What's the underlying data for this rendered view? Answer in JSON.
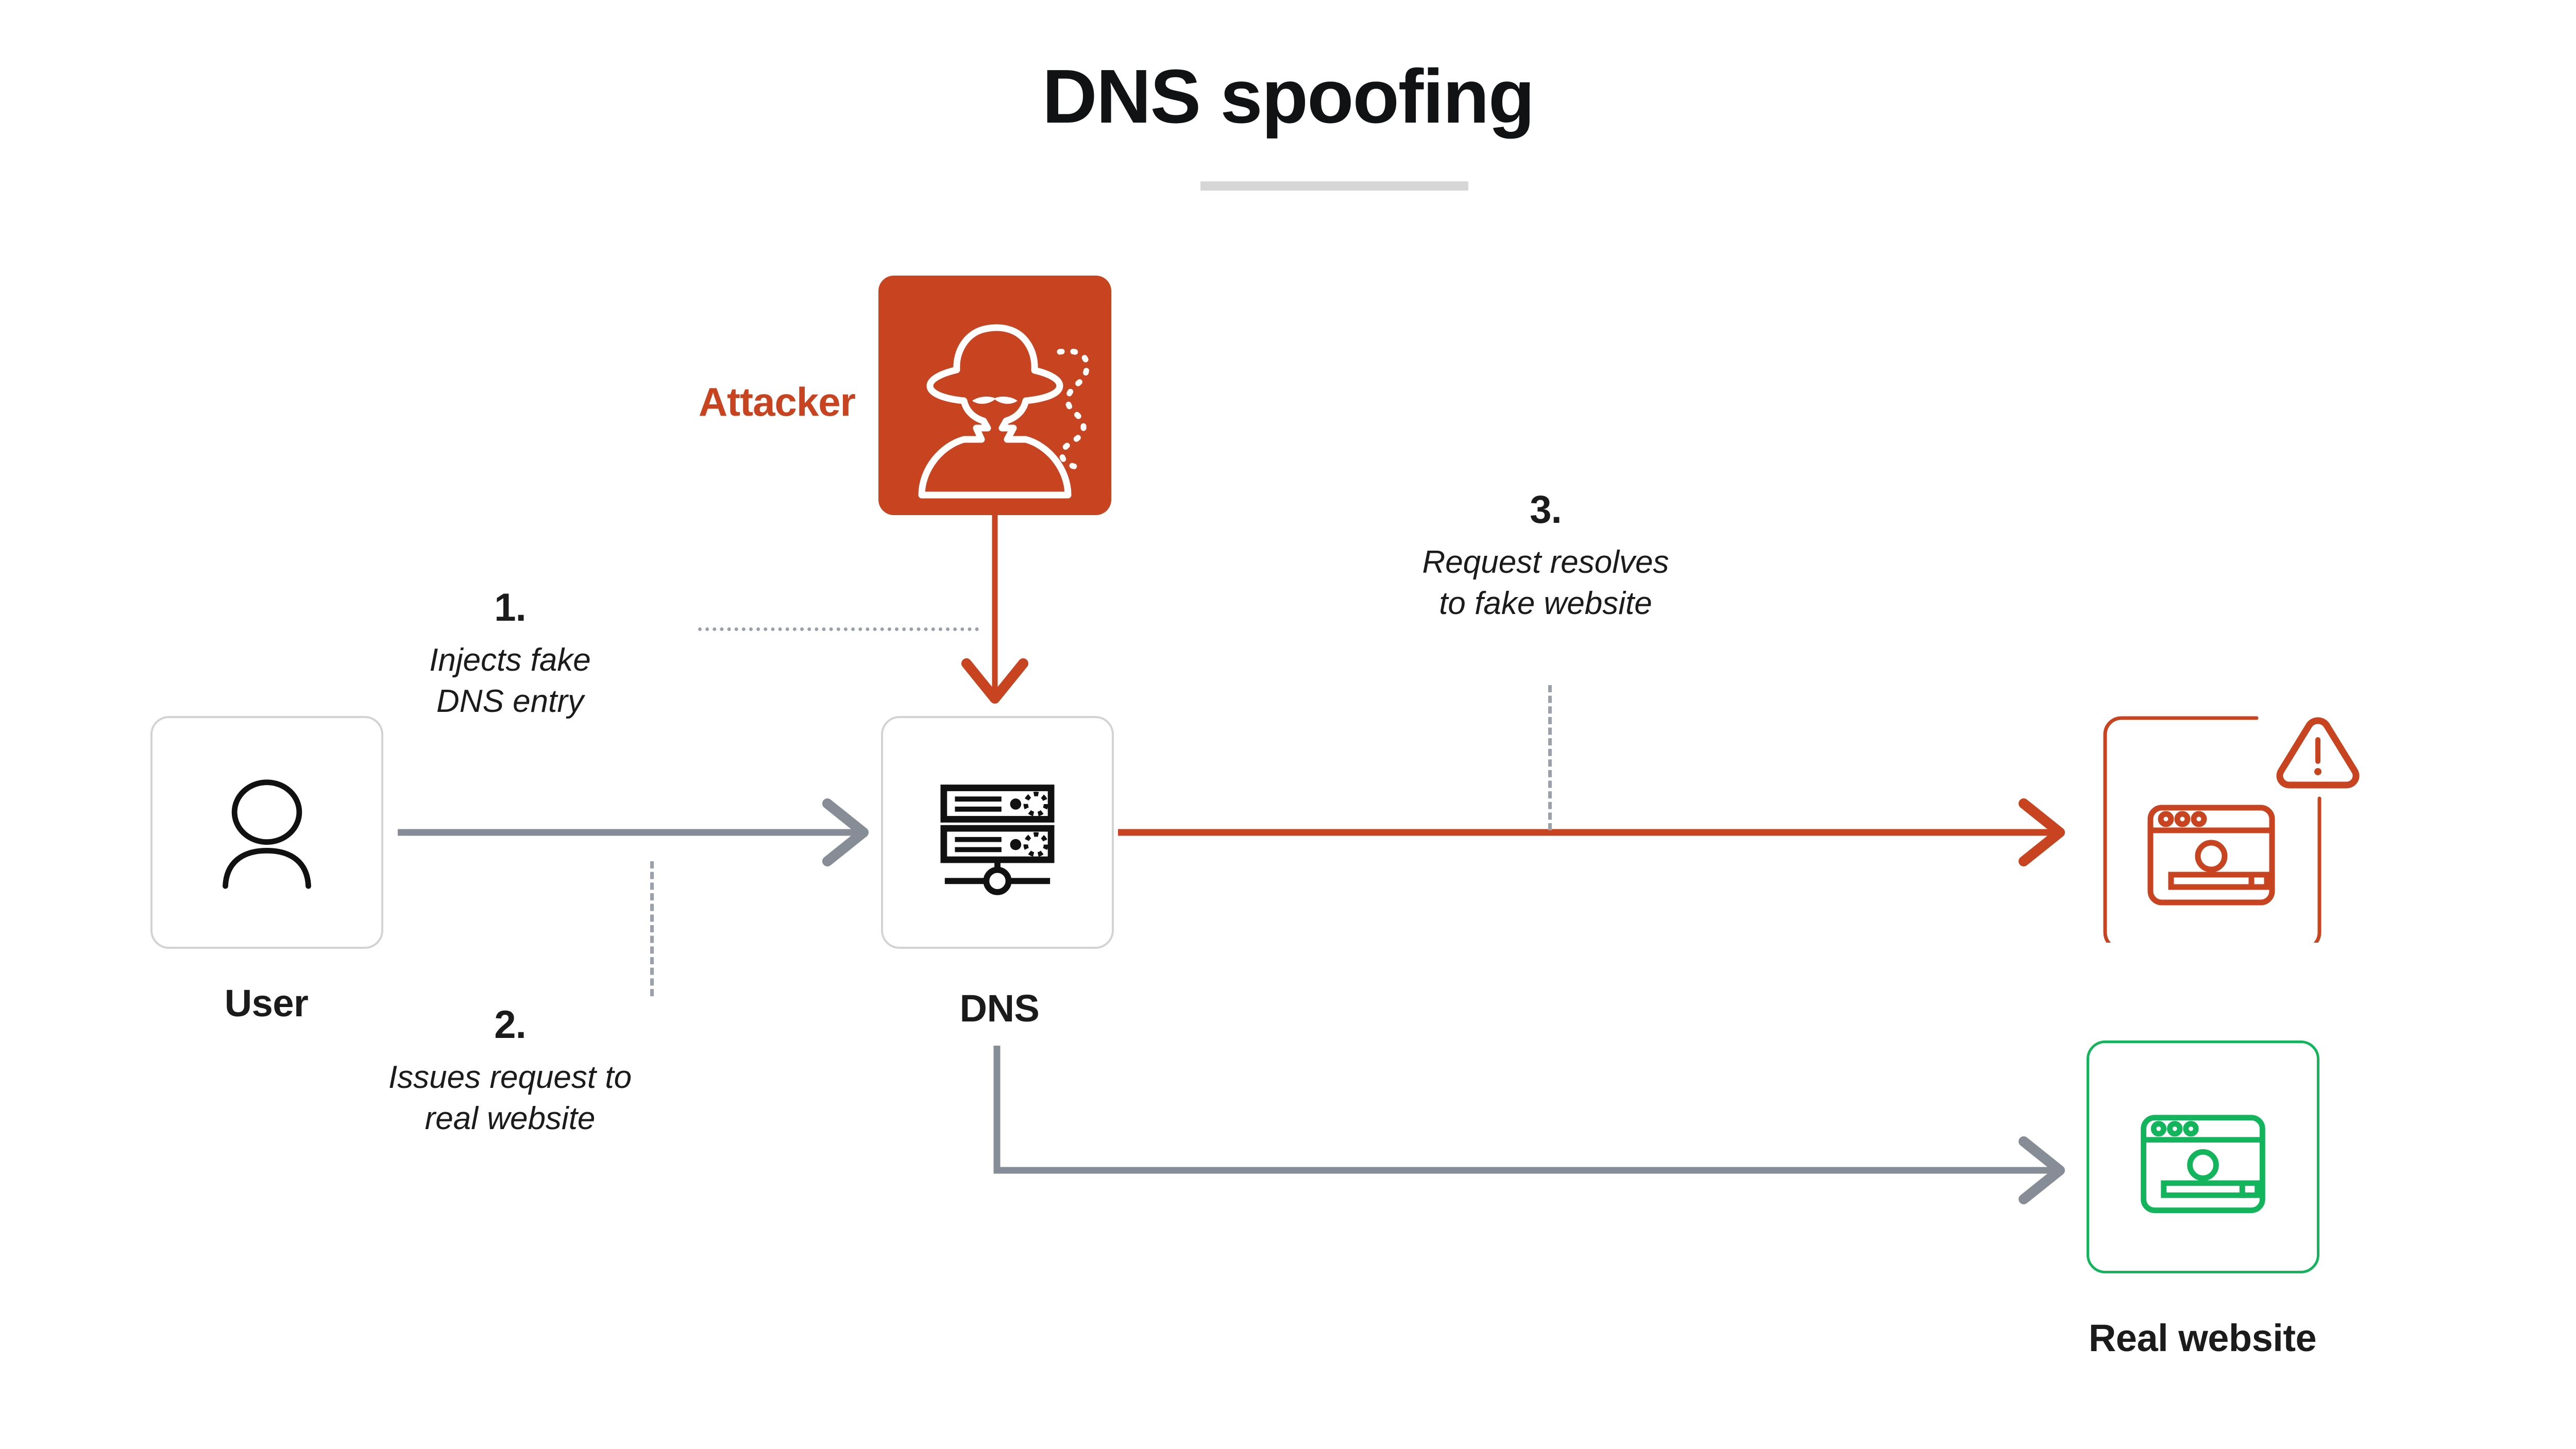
{
  "page": {
    "title": "DNS spoofing",
    "background": "#ffffff"
  },
  "colors": {
    "attack_red": "#c8431f",
    "safe_green": "#12b45c",
    "neutral_gray": "#868d97",
    "box_border_gray": "#d2d3d5",
    "text_dark": "#1b1b1b",
    "rule_gray": "#d6d6d6",
    "leader_gray": "#9aa1ab"
  },
  "nodes": [
    {
      "id": "user",
      "label": "User",
      "icon": "person-icon",
      "style": "gray-outline-card"
    },
    {
      "id": "attacker",
      "label": "Attacker",
      "icon": "spy-hacker-icon",
      "style": "solid-red-card"
    },
    {
      "id": "dns",
      "label": "DNS",
      "icon": "server-rack-icon",
      "style": "gray-outline-card"
    },
    {
      "id": "fake",
      "label": "",
      "icon": "browser-window-icon",
      "style": "red-outline-card",
      "badge": "warning-triangle-icon"
    },
    {
      "id": "real",
      "label": "Real website",
      "icon": "browser-window-icon",
      "style": "green-outline-card"
    }
  ],
  "steps": [
    {
      "num": "1.",
      "text": "Injects fake\nDNS entry",
      "from": "attacker",
      "to": "dns"
    },
    {
      "num": "2.",
      "text": "Issues request to\nreal website",
      "from": "user",
      "to": "dns"
    },
    {
      "num": "3.",
      "text": "Request resolves\nto fake website",
      "from": "dns",
      "to": "fake"
    }
  ],
  "connections": [
    {
      "id": "user-to-dns",
      "color": "#868d97",
      "style": "solid-arrow",
      "direction": "right"
    },
    {
      "id": "attacker-to-dns",
      "color": "#c8431f",
      "style": "solid-arrow",
      "direction": "down"
    },
    {
      "id": "dns-to-fake",
      "color": "#c8431f",
      "style": "solid-arrow",
      "direction": "right"
    },
    {
      "id": "dns-to-real",
      "color": "#868d97",
      "style": "elbow-arrow",
      "direction": "down-right"
    }
  ]
}
